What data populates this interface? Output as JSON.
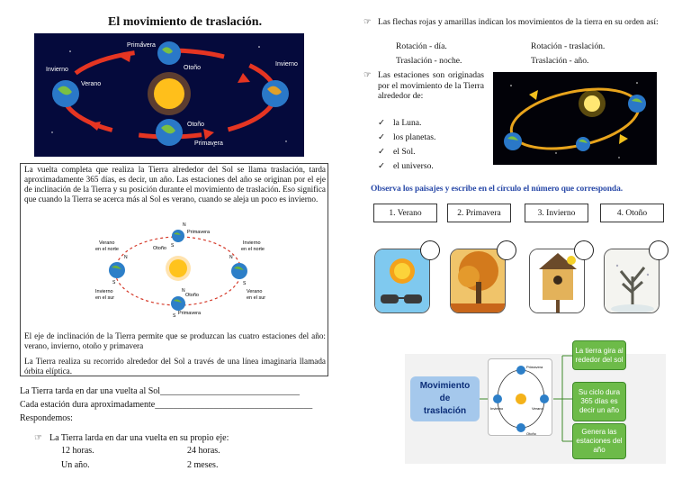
{
  "left": {
    "title": "El movimiento de traslación.",
    "orbit_labels": {
      "primavera_top": "Primavera",
      "otono_top": "Otoño",
      "invierno_left": "Invierno",
      "verano_left": "Verano",
      "invierno_right": "Invierno",
      "otono_bottom": "Otoño",
      "primavera_bottom": "Primavera"
    },
    "paragraph1": "La vuelta completa que realiza la Tierra alrededor del Sol se llama traslación, tarda aproximadamente 365 días, es decir, un año. Las estaciones del año se originan por el eje de inclinación de la Tierra y su posición durante el movimiento de traslación. Eso significa que cuando la Tierra se acerca más al Sol es verano, cuando se aleja un poco es invierno.",
    "diagram_labels": {
      "primavera": "Primavera",
      "otono_top": "Otoño",
      "otono_bottom": "Otoño",
      "verano_norte_1": "Verano",
      "verano_norte_2": "en el norte",
      "invierno_norte_1": "Invierno",
      "invierno_norte_2": "en el norte",
      "invierno_sur_1": "Invierno",
      "invierno_sur_2": "en el sur",
      "verano_sur_1": "Verano",
      "verano_sur_2": "en el sur",
      "n": "N",
      "s": "S"
    },
    "paragraph2": "El eje de inclinación de la Tierra permite que se produzcan las cuatro estaciones del año: verano, invierno, otoño y primavera",
    "paragraph3": "La Tierra realiza su recorrido alrededor del Sol a través de una línea imaginaria llamada órbita elíptica.",
    "fill1": "La Tierra tarda en dar una vuelta al Sol_______________________________",
    "fill2": "Cada estación dura aproximadamente___________________________________",
    "respondemos": "Respondemos:",
    "question": "La Tierra larda en dar una vuelta en su propio eje:",
    "options": [
      "12 horas.",
      "24 horas.",
      "Un año.",
      "2 meses."
    ],
    "bullet_icon": "pointing-hand-icon"
  },
  "right": {
    "intro": "Las flechas rojas y amarillas indican los movimientos de la tierra en su orden así:",
    "pairs": [
      "Rotación - día.",
      "Rotación - traslación.",
      "Traslación -  noche.",
      "Traslación - año."
    ],
    "estaciones": "Las estaciones son originadas por el movimiento de la Tierra alrededor de:",
    "checklist": [
      "la Luna.",
      "los planetas.",
      "el Sol.",
      "el universo."
    ],
    "instruction": "Observa los paisajes y escribe en el círculo el número que corresponda.",
    "seasons": [
      "1. Verano",
      "2. Primavera",
      "3. Invierno",
      "4. Otoño"
    ],
    "movimiento": [
      "Movimiento",
      "de",
      "traslación"
    ],
    "green_boxes": [
      "La tierra gira al rededor del sol",
      "Su ciclo dura 365 días es decir un año",
      "Genera las estaciones del año"
    ],
    "mini_labels": [
      "Primavera",
      "Verano",
      "Otoño",
      "Invierno"
    ]
  },
  "colors": {
    "orbit_bg": "#050a3c",
    "red_arrow": "#e53522",
    "instruction_blue": "#2a4aa8",
    "mind_blue": "#a5c8ec",
    "mind_green": "#6dbb49"
  }
}
